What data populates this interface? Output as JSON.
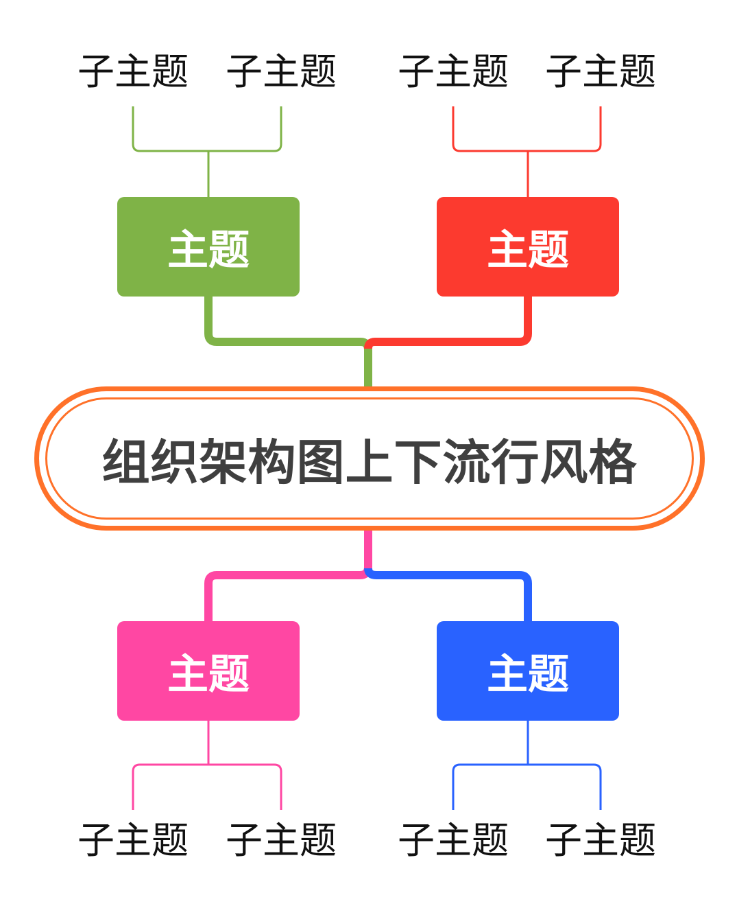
{
  "root": {
    "label": "组织架构图上下流行风格",
    "border_color": "#FF7129",
    "text_color": "#3F3F3F"
  },
  "topics": [
    {
      "label": "主题",
      "color": "#7FB347",
      "position": "top-left",
      "subtopics": [
        {
          "label": "子主题"
        },
        {
          "label": "子主题"
        }
      ]
    },
    {
      "label": "主题",
      "color": "#FC3A2F",
      "position": "top-right",
      "subtopics": [
        {
          "label": "子主题"
        },
        {
          "label": "子主题"
        }
      ]
    },
    {
      "label": "主题",
      "color": "#FF47A3",
      "position": "bottom-left",
      "subtopics": [
        {
          "label": "子主题"
        },
        {
          "label": "子主题"
        }
      ]
    },
    {
      "label": "主题",
      "color": "#2962FF",
      "position": "bottom-right",
      "subtopics": [
        {
          "label": "子主题"
        },
        {
          "label": "子主题"
        }
      ]
    }
  ]
}
